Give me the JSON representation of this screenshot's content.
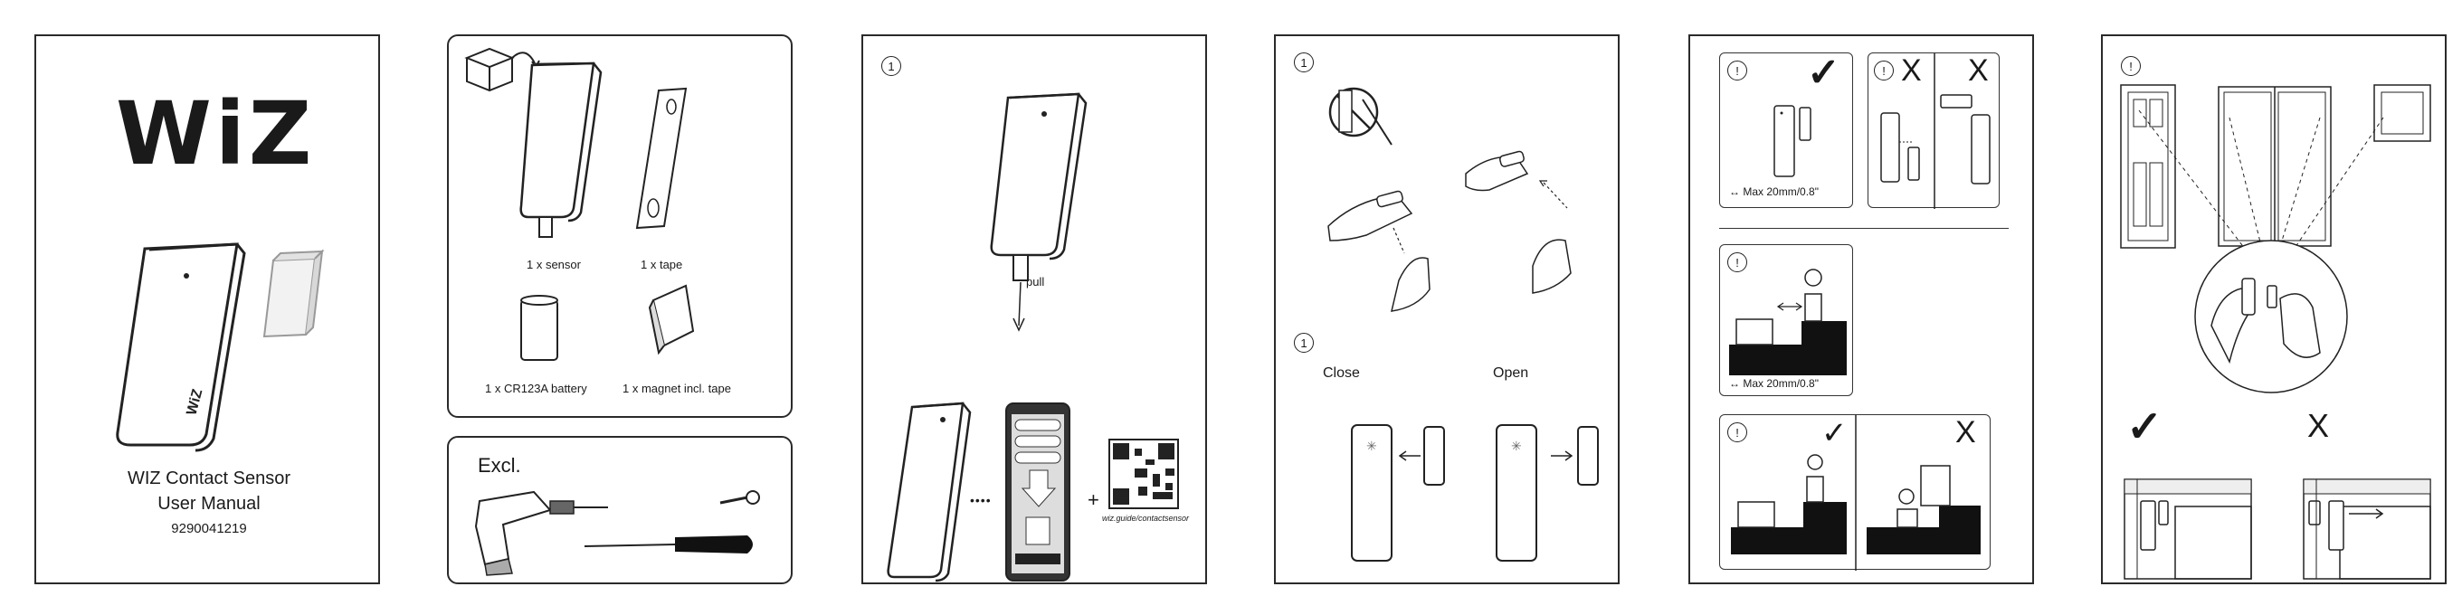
{
  "cover": {
    "logo": "WiZ",
    "title": "WIZ Contact Sensor",
    "subtitle": "User Manual",
    "code": "9290041219",
    "device_logo": "WiZ"
  },
  "contents": {
    "sensor": "1 x sensor",
    "tape": "1 x tape",
    "battery": "1 x CR123A battery",
    "magnet": "1 x magnet incl. tape",
    "excl": "Excl."
  },
  "setup": {
    "step": "1",
    "pull": "pull",
    "dots": "••••",
    "plus": "+",
    "url": "wiz.guide/contactsensor"
  },
  "close_open": {
    "step1": "1",
    "step2": "1",
    "close": "Close",
    "open": "Open"
  },
  "mounting": {
    "info": "!",
    "max1": "Max 20mm/0.8\"",
    "max2": "Max 20mm/0.8\"",
    "check": "✓",
    "cross": "X"
  },
  "placement": {
    "info": "!",
    "check": "✓",
    "cross": "X"
  }
}
